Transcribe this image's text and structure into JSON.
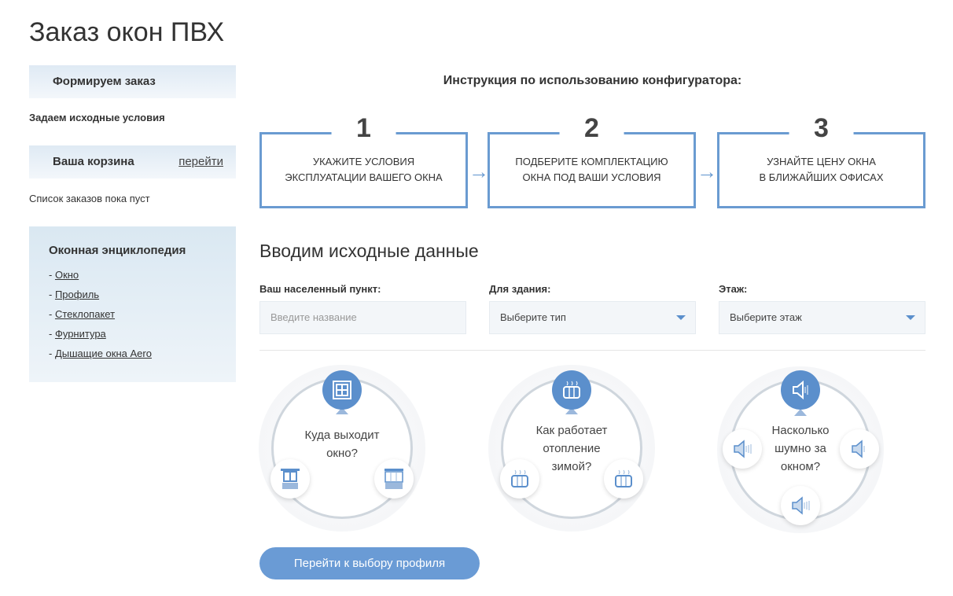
{
  "title": "Заказ окон ПВХ",
  "sidebar": {
    "order_head": "Формируем заказ",
    "order_step": "Задаем исходные условия",
    "cart_head": "Ваша корзина",
    "cart_link": "перейти",
    "cart_empty": "Список заказов пока пуст",
    "enc_title": "Оконная энциклопедия",
    "enc_items": [
      "Окно",
      "Профиль",
      "Стеклопакет",
      "Фурнитура",
      "Дышащие окна Aero"
    ]
  },
  "instruction": "Инструкция по использованию конфигуратора:",
  "steps": [
    {
      "num": "1",
      "line1": "УКАЖИТЕ УСЛОВИЯ",
      "line2": "ЭКСПЛУАТАЦИИ ВАШЕГО ОКНА"
    },
    {
      "num": "2",
      "line1": "ПОДБЕРИТЕ КОМПЛЕКТАЦИЮ",
      "line2": "ОКНА ПОД ВАШИ УСЛОВИЯ"
    },
    {
      "num": "3",
      "line1": "УЗНАЙТЕ ЦЕНУ ОКНА",
      "line2": "В БЛИЖАЙШИХ ОФИСАХ"
    }
  ],
  "form": {
    "heading": "Вводим исходные данные",
    "city_label": "Ваш населенный пункт:",
    "city_placeholder": "Введите название",
    "building_label": "Для здания:",
    "building_value": "Выберите тип",
    "floor_label": "Этаж:",
    "floor_value": "Выберите этаж"
  },
  "questions": [
    {
      "l1": "Куда выходит",
      "l2": "окно?"
    },
    {
      "l1": "Как работает",
      "l2": "отопление",
      "l3": "зимой?"
    },
    {
      "l1": "Насколько",
      "l2": "шумно за",
      "l3": "окном?"
    }
  ],
  "next_button": "Перейти к выбору профиля",
  "colors": {
    "accent": "#5b8fcc",
    "button": "#6a9bd5"
  }
}
